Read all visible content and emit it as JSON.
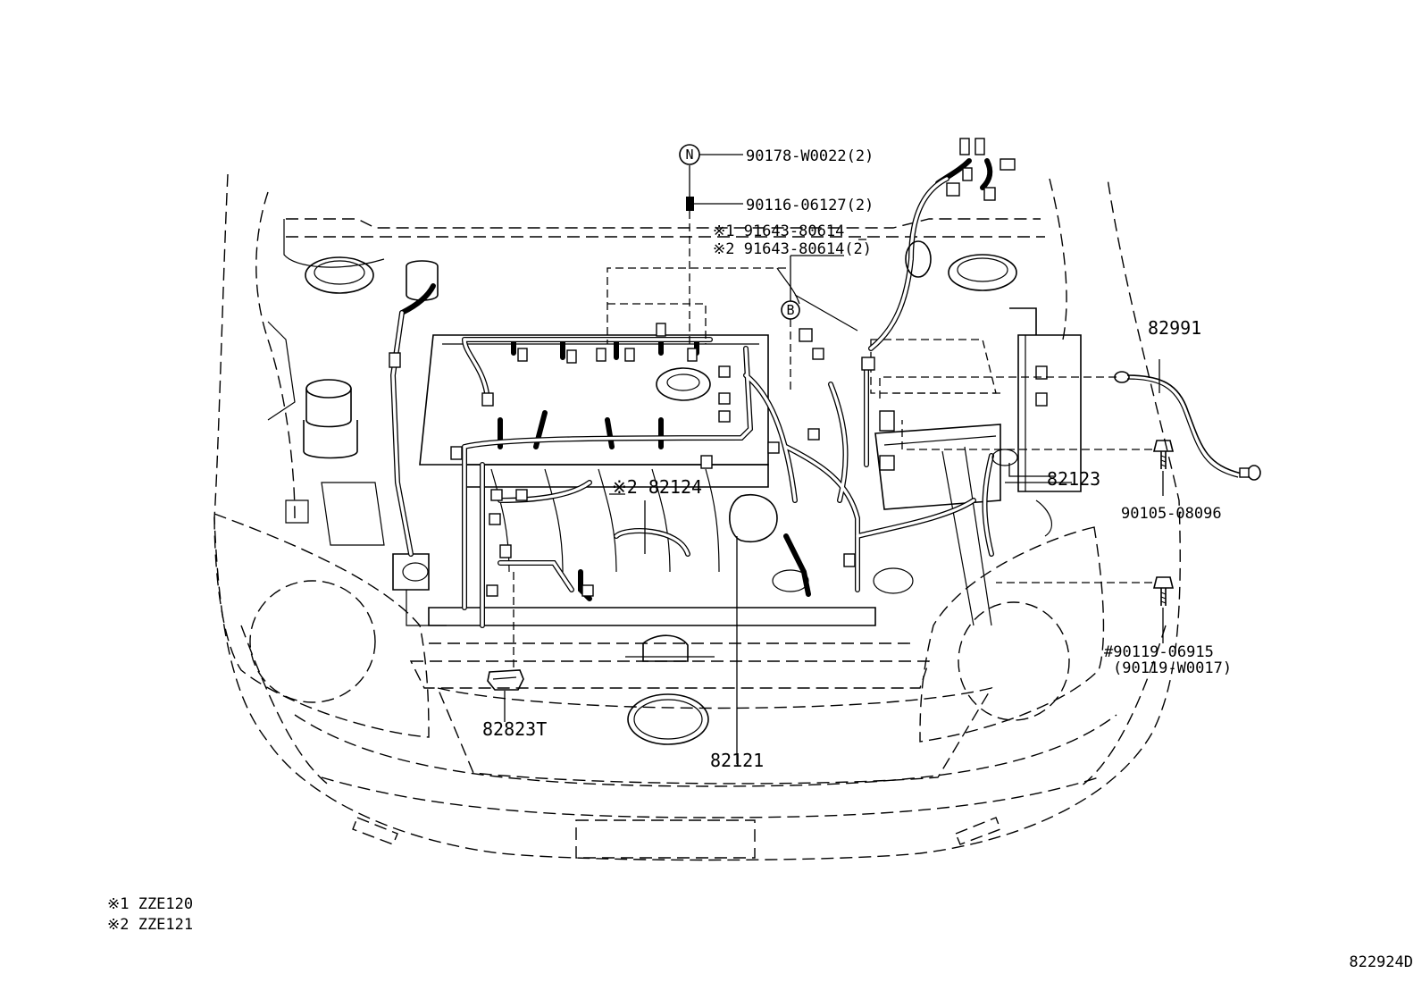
{
  "labels": {
    "l_90178": "90178-W0022(2)",
    "l_90116": "90116-06127(2)",
    "l_91643a": "※1 91643-80614",
    "l_91643b": "※2 91643-80614(2)",
    "l_82991": "82991",
    "l_82124": "※2 82124",
    "l_82123": "82123",
    "l_90105": "90105-08096",
    "l_90119a": "#90119-06915",
    "l_90119b": "(90119-W0017)",
    "l_82823t": "82823T",
    "l_82121": "82121",
    "note1": "※1 ZZE120",
    "note2": "※2 ZZE121",
    "diagram_id": "822924D",
    "mark_n": "N",
    "mark_b": "B"
  }
}
